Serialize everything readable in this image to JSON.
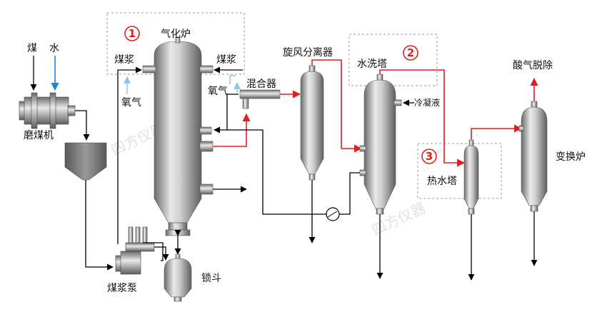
{
  "labels": {
    "coal": "煤",
    "water": "水",
    "coal_mill": "磨煤机",
    "slurry_left": "煤浆",
    "slurry_right": "煤浆",
    "oxygen_left": "氧气",
    "oxygen_right": "氧气",
    "gasifier": "气化炉",
    "mixer": "混合器",
    "cyclone": "旋风分离器",
    "scrubber": "水洗塔",
    "condensate": "冷凝液",
    "hot_water_tower": "热水塔",
    "shift_converter": "变换炉",
    "acid_gas_removal": "酸气脱除",
    "lock_hopper": "锁斗",
    "slurry_pump": "煤浆泵"
  },
  "step_numbers": {
    "one": "1",
    "two": "2",
    "three": "3"
  },
  "watermark": "四方仪器",
  "colors": {
    "process_line": "#000000",
    "highlight_line": "#e02020",
    "water_line": "#2a7fd0",
    "oxygen_line": "#8fc3ee",
    "vessel_light": "#e8e8e8",
    "vessel_dark": "#6e6e6e"
  }
}
